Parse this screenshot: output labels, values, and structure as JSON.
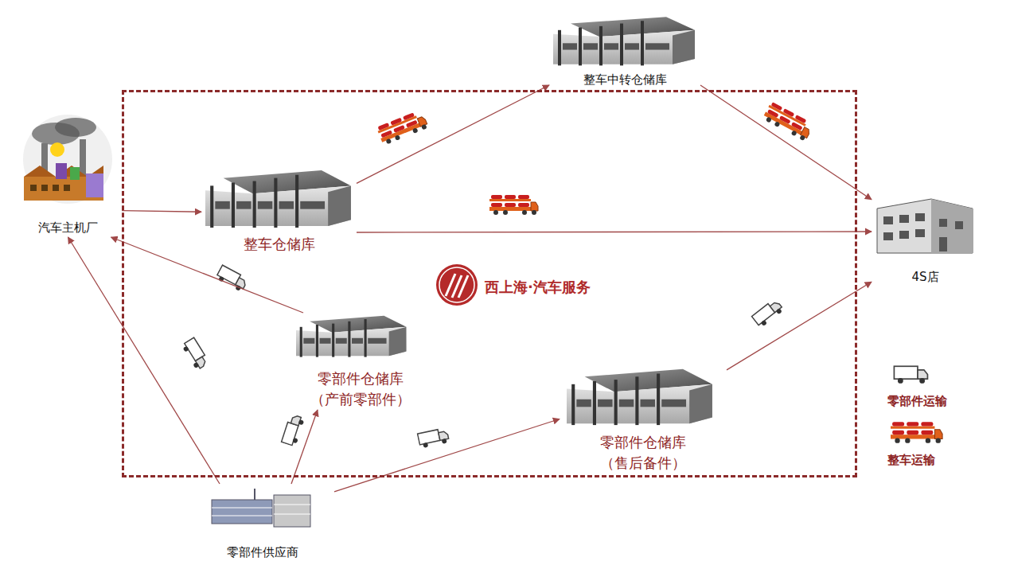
{
  "diagram": {
    "nodes": [
      {
        "text": [
          "整车中转仓储库"
        ]
      },
      {
        "text": [
          "汽车主机厂"
        ]
      },
      {
        "text": [
          "西上海·汽车服务"
        ]
      },
      {
        "text": [
          "整车仓储库"
        ],
        "in": 2
      },
      {
        "text": [
          "零部件仓储库 （产前零部件）"
        ],
        "in": 2
      },
      {
        "text": [
          "零部件仓储库 （售后备件）"
        ],
        "in": 2
      },
      {
        "text": [
          "4S店"
        ]
      },
      {
        "text": [
          "零部件供应商"
        ]
      }
    ],
    "edges": [
      {
        "from": 1,
        "to": 3,
        "arrow": "to"
      },
      {
        "from": 3,
        "to": 0,
        "arrow": "to"
      },
      {
        "from": 0,
        "to": 6,
        "arrow": "to"
      },
      {
        "from": 3,
        "to": 6,
        "arrow": "to"
      },
      {
        "from": 4,
        "to": 1,
        "arrow": "to"
      },
      {
        "from": 7,
        "to": 1,
        "arrow": "to"
      },
      {
        "from": 7,
        "to": 4,
        "arrow": "to"
      },
      {
        "from": 7,
        "to": 5,
        "arrow": "to"
      },
      {
        "from": 5,
        "to": 6,
        "arrow": "to"
      }
    ],
    "legend": [
      {
        "text": "零部件运输"
      },
      {
        "text": "整车运输"
      }
    ]
  }
}
